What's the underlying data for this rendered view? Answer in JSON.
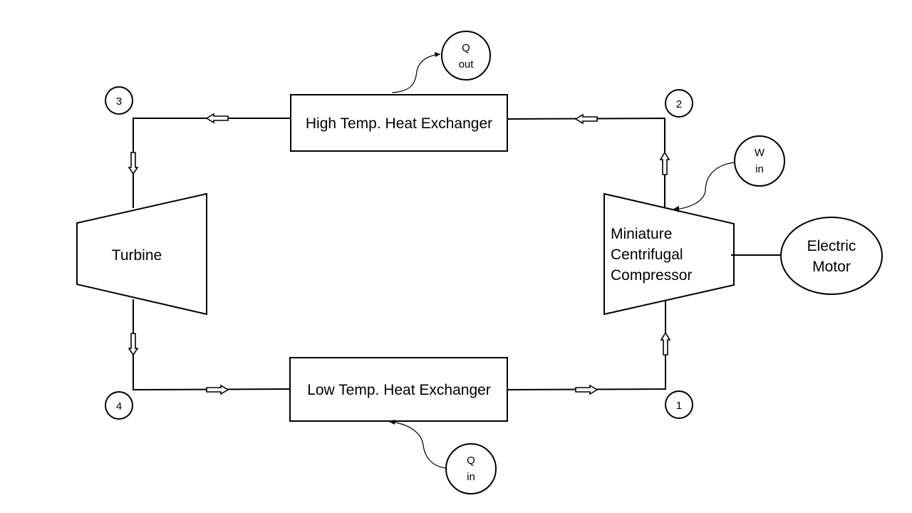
{
  "diagram": {
    "title": "",
    "components": {
      "high_hx": "High Temp. Heat Exchanger",
      "low_hx": "Low Temp. Heat Exchanger",
      "turbine": "Turbine",
      "compressor": [
        "Miniature",
        "Centrifugal",
        "Compressor"
      ],
      "motor": [
        "Electric",
        "Motor"
      ]
    },
    "states": [
      "1",
      "2",
      "3",
      "4"
    ],
    "energy": {
      "q_out": [
        "Q",
        "out"
      ],
      "q_in": [
        "Q",
        "in"
      ],
      "w_in": [
        "W",
        "in"
      ]
    },
    "flow": [
      {
        "from": "1",
        "to": "Miniature Centrifugal Compressor"
      },
      {
        "from": "Miniature Centrifugal Compressor",
        "to": "2"
      },
      {
        "from": "2",
        "to": "High Temp. Heat Exchanger"
      },
      {
        "from": "High Temp. Heat Exchanger",
        "to": "3"
      },
      {
        "from": "3",
        "to": "Turbine"
      },
      {
        "from": "Turbine",
        "to": "4"
      },
      {
        "from": "4",
        "to": "Low Temp. Heat Exchanger"
      },
      {
        "from": "Low Temp. Heat Exchanger",
        "to": "1"
      }
    ]
  }
}
